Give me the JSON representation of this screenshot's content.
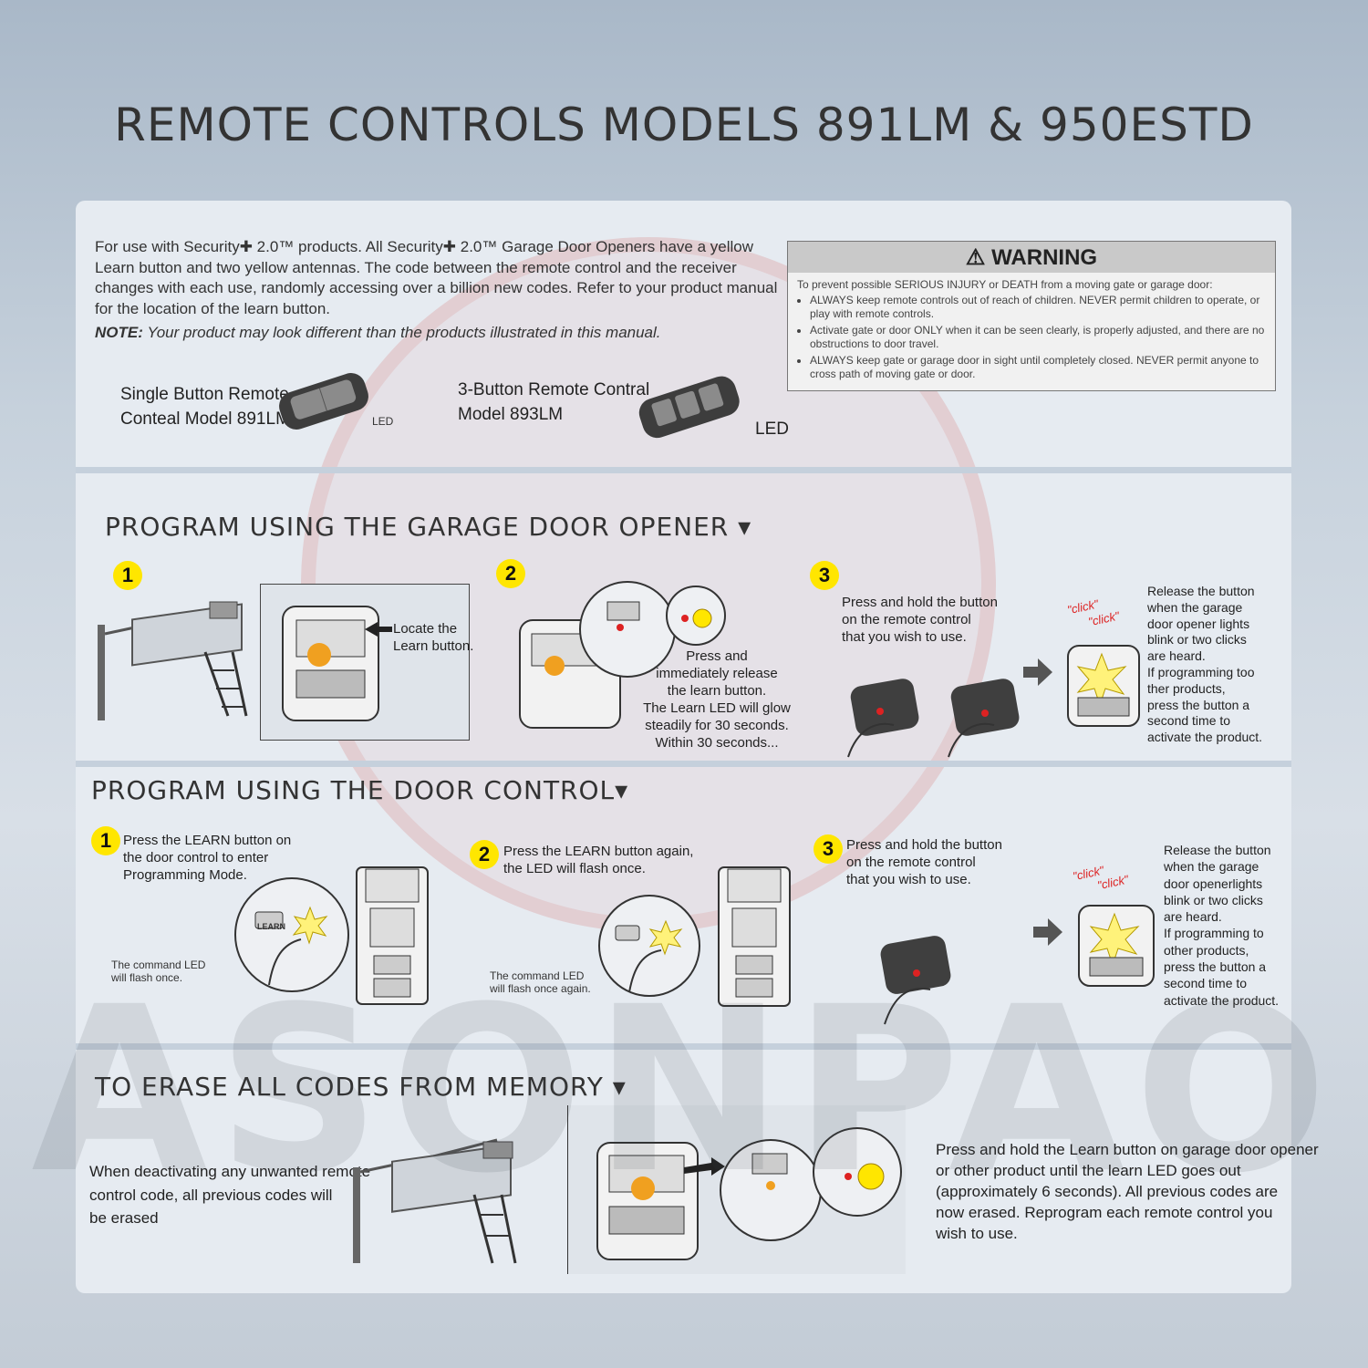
{
  "title": "REMOTE CONTROLS MODELS 891LM & 950ESTD",
  "watermark": "ASONPAO",
  "intro": {
    "paragraph": "For use with Security✚ 2.0™ products. All Security✚ 2.0™ Garage Door Openers have a yellow Learn button and two yellow antennas. The code between the remote control and the receiver changes with each use, randomly accessing over a billion new codes. Refer to your product manual for the location of the learn button.",
    "note_label": "NOTE:",
    "note_text": "Your product may look different than the products illustrated in this manual."
  },
  "warning": {
    "heading": "WARNING",
    "lead": "To prevent possible SERIOUS INJURY or DEATH from a moving gate or garage door:",
    "items": [
      "ALWAYS keep remote controls out of reach of children. NEVER permit children to operate, or play with remote controls.",
      "Activate gate or door ONLY when it can be seen clearly, is properly adjusted, and there are no obstructions to door travel.",
      "ALWAYS keep gate or garage door in sight until completely closed. NEVER permit anyone to cross path of moving gate or door."
    ]
  },
  "remotes": {
    "single_line1": "Single Button Remote",
    "single_line2": "Conteal Model 891LM",
    "single_led": "LED",
    "triple_line1": "3-Button Remote Contral",
    "triple_line2": "Model 893LM",
    "triple_led": "LED"
  },
  "section_opener": {
    "heading": "PROGRAM USING THE GARAGE DOOR OPENER ▾",
    "step1_num": "1",
    "step1_text1": "Locate the",
    "step1_text2": "Learn button.",
    "step2_num": "2",
    "step2_lines": [
      "Press and",
      "immediately release",
      "the learn button.",
      "The Learn LED will glow",
      "steadily for 30 seconds.",
      "Within 30 seconds..."
    ],
    "step3_num": "3",
    "step3_lines": [
      "Press and hold the button",
      "on the remote control",
      "that you wish to use."
    ],
    "click1": "\"click\"",
    "click2": "\"click\"",
    "release_lines": [
      "Release the button",
      "when the garage",
      "door opener lights",
      "blink or two clicks",
      "are heard.",
      "If programming too",
      "ther products,",
      "press the button a",
      "second time to",
      "activate the product."
    ]
  },
  "section_door": {
    "heading": "PROGRAM USING THE DOOR CONTROL▾",
    "step1_num": "1",
    "step1_lines": [
      "Press the LEARN button on",
      "the door control to enter",
      "Programming Mode."
    ],
    "step1_caption": [
      "The command LED",
      "will flash once."
    ],
    "learn_label": "LEARN",
    "step2_num": "2",
    "step2_lines": [
      "Press the LEARN button again,",
      "the LED will flash once."
    ],
    "step2_caption": [
      "The command LED",
      "will flash once again."
    ],
    "step3_num": "3",
    "step3_lines": [
      "Press and hold the button",
      "on the remote control",
      "that you wish to use."
    ],
    "click1": "\"click\"",
    "click2": "\"click\"",
    "release_lines": [
      "Release the button",
      "when the garage",
      "door openerlights",
      "blink or two clicks",
      "are heard.",
      "If programming to",
      "other products,",
      "press the button a",
      "second time to",
      "activate the product."
    ]
  },
  "section_erase": {
    "heading": "TO ERASE ALL CODES FROM MEMORY ▾",
    "left_lines": [
      "When deactivating any unwanted remote",
      "control code, all previous codes will",
      "be erased"
    ],
    "right_lines": [
      "Press and hold the Learn button on garage door opener",
      "or other product until the learn LED goes out",
      "(approximately 6 seconds). All previous codes are",
      "now erased. Reprogram each remote control you",
      "wish to use."
    ]
  },
  "colors": {
    "accent_yellow": "#ffe600",
    "led_red": "#d22",
    "button_orange": "#f0a020"
  }
}
